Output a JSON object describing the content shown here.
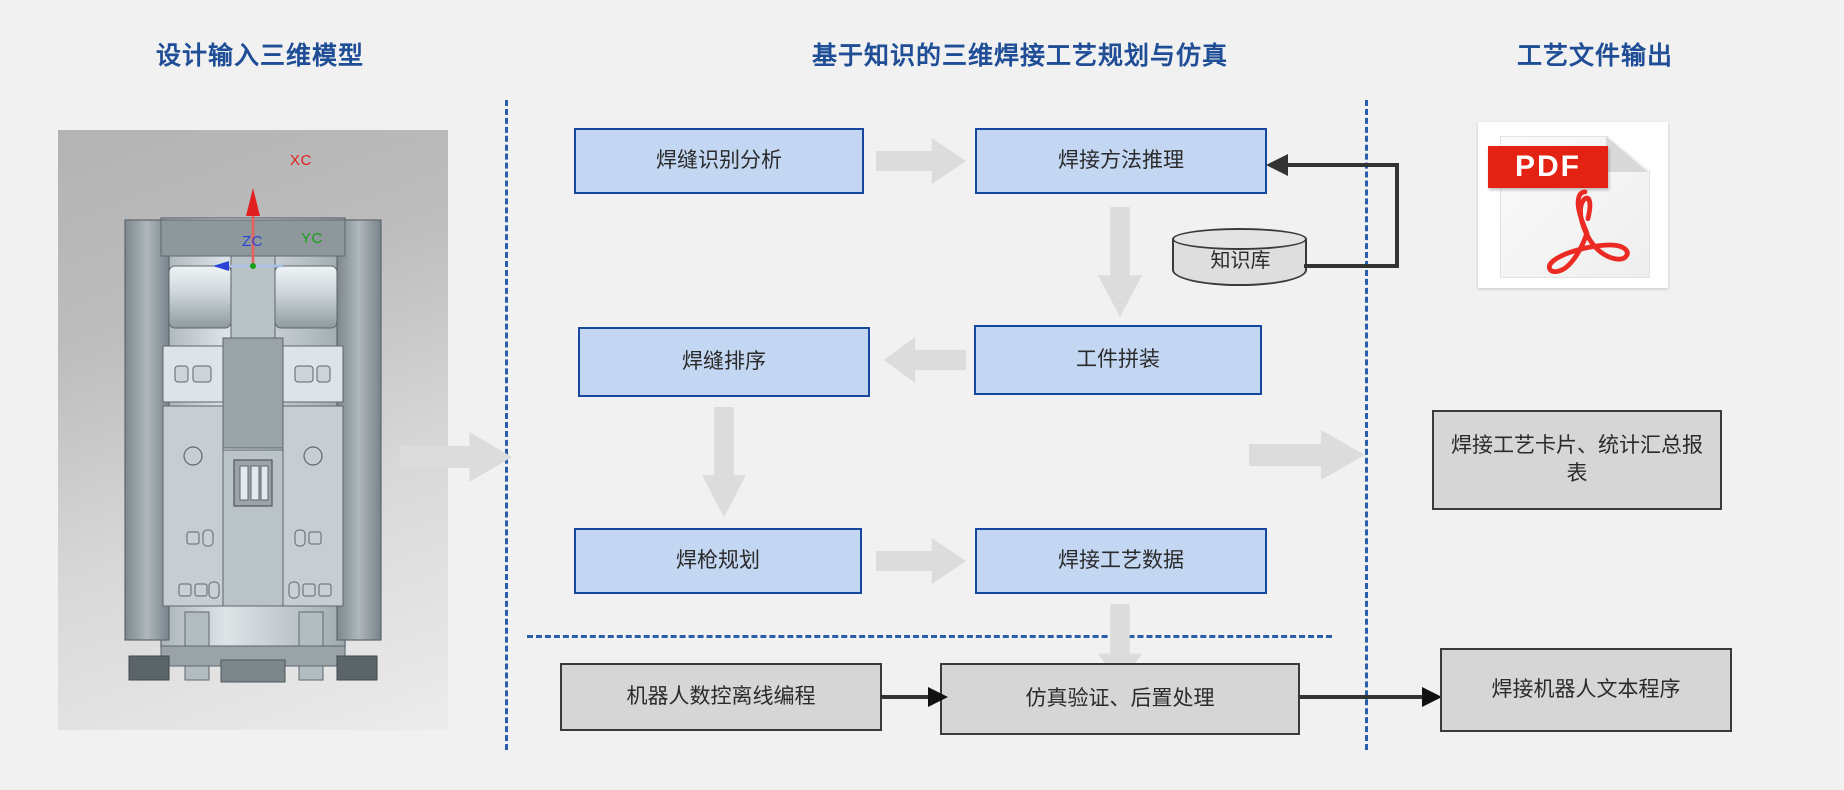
{
  "headings": {
    "left": "设计输入三维模型",
    "center": "基于知识的三维焊接工艺规划与仿真",
    "right": "工艺文件输出"
  },
  "cad_viewport": {
    "axes": [
      {
        "name": "x-axis-label",
        "label": "XC",
        "color": "#e02020"
      },
      {
        "name": "y-axis-label",
        "label": "YC",
        "color": "#17a017"
      },
      {
        "name": "z-axis-label",
        "label": "ZC",
        "color": "#2a42d8"
      }
    ]
  },
  "flow": {
    "boxes": [
      {
        "id": "weld-identification",
        "label": "焊缝识别分析",
        "style": "blue"
      },
      {
        "id": "weld-method",
        "label": "焊接方法推理",
        "style": "blue"
      },
      {
        "id": "weld-sequence",
        "label": "焊缝排序",
        "style": "blue"
      },
      {
        "id": "workpiece-assembly",
        "label": "工件拼装",
        "style": "blue"
      },
      {
        "id": "torch-planning",
        "label": "焊枪规划",
        "style": "blue"
      },
      {
        "id": "process-data",
        "label": "焊接工艺数据",
        "style": "blue"
      },
      {
        "id": "offline-programming",
        "label": "机器人数控离线编程",
        "style": "gray"
      },
      {
        "id": "simulation",
        "label": "仿真验证、后置处理",
        "style": "gray"
      }
    ],
    "knowledge_base": {
      "label": "知识库"
    }
  },
  "outputs": {
    "pdf_badge": "PDF",
    "process_cards": "焊接工艺卡片、统计汇总报表",
    "robot_program": "焊接机器人文本程序"
  },
  "colors": {
    "heading": "#1f4e96",
    "box_blue_fill": "#c3d6f2",
    "box_blue_border": "#17479e",
    "box_gray_fill": "#d6d6d6",
    "box_gray_border": "#3a3a3a",
    "arrow_gray": "#dcdcdc",
    "divider_blue": "#2a5eaa",
    "pdf_red": "#e32213",
    "background": "#f1f1f1"
  }
}
